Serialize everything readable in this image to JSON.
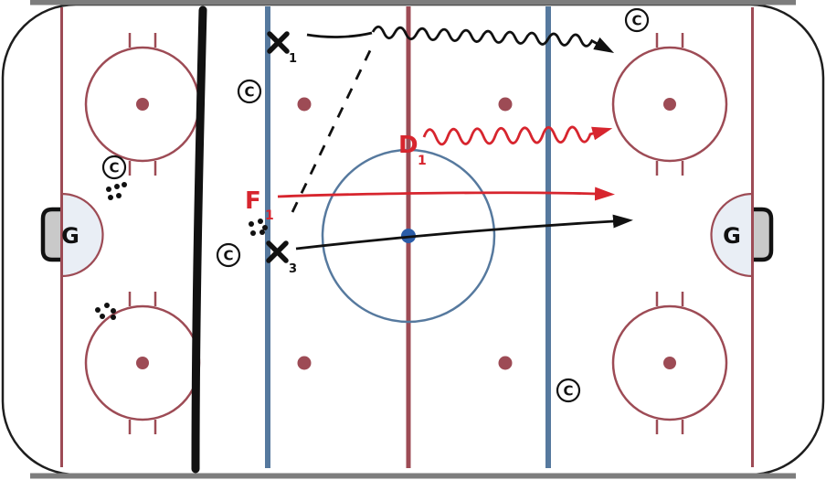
{
  "labels": {
    "goalie": "G",
    "coach": "C"
  },
  "players": {
    "x1": {
      "symbol": "X",
      "sub": "1"
    },
    "x3": {
      "symbol": "X",
      "sub": "3"
    },
    "f1": {
      "label": "F",
      "sub": "1"
    },
    "d1": {
      "label": "D",
      "sub": "1"
    }
  },
  "colors": {
    "board": "#1e1e1e",
    "edge_gray": "#7d7d7d",
    "rink_red": "#9d4b55",
    "rink_blue": "#56799e",
    "center_dot": "#2a5ca8",
    "play_red": "#d7252e",
    "play_black": "#111111",
    "crease_fill": "#e9eef5",
    "net_fill": "#c9c9c9"
  }
}
